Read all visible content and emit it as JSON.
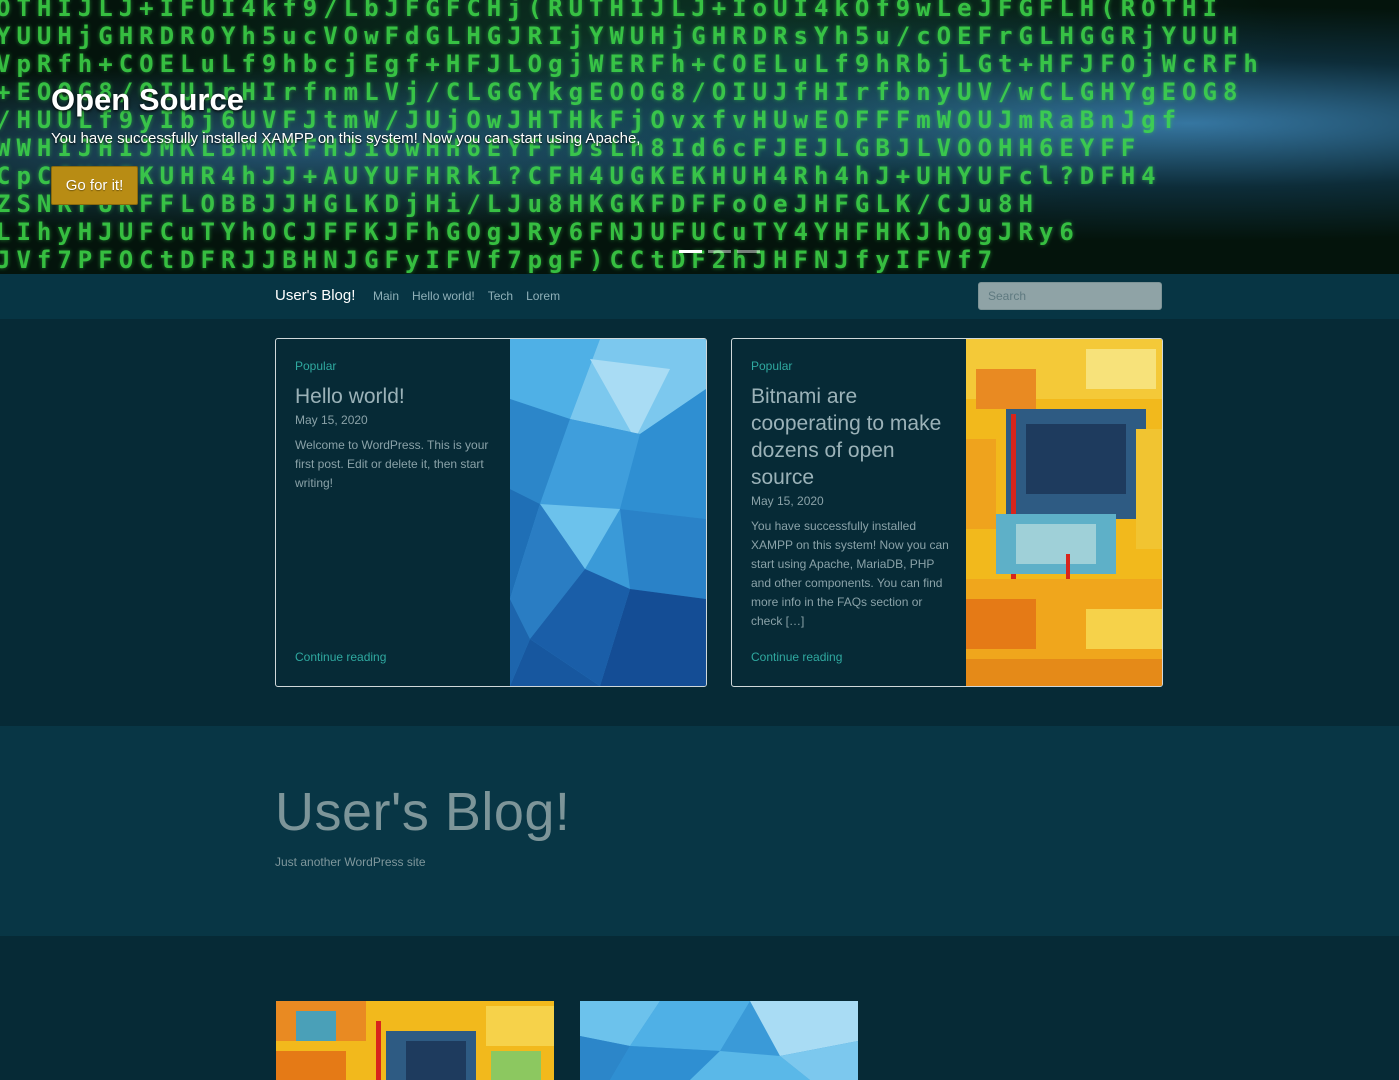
{
  "hero": {
    "title": "Open Source",
    "subtitle": "You have successfully installed XAMPP on this system! Now you can start using Apache,",
    "button_label": "Go for it!",
    "slide_count": 3,
    "active_slide": 1
  },
  "nav": {
    "brand": "User's Blog!",
    "links": [
      "Main",
      "Hello world!",
      "Tech",
      "Lorem"
    ],
    "search_placeholder": "Search"
  },
  "posts": [
    {
      "category": "Popular",
      "title": "Hello world!",
      "date": "May 15, 2020",
      "excerpt": "Welcome to WordPress. This is your first post. Edit or delete it, then start writing!",
      "more": "Continue reading"
    },
    {
      "category": "Popular",
      "title": "Bitnami are cooperating to make dozens of open source",
      "date": "May 15, 2020",
      "excerpt": "You have successfully installed XAMPP on this system! Now you can start using Apache, MariaDB, PHP and other components. You can find more info in the FAQs section or check […]",
      "more": "Continue reading"
    }
  ],
  "site": {
    "title": "User's Blog!",
    "tagline": "Just another WordPress site"
  },
  "colors": {
    "background": "#062a36",
    "accent": "#2fa9a0",
    "button": "#b88c14"
  }
}
